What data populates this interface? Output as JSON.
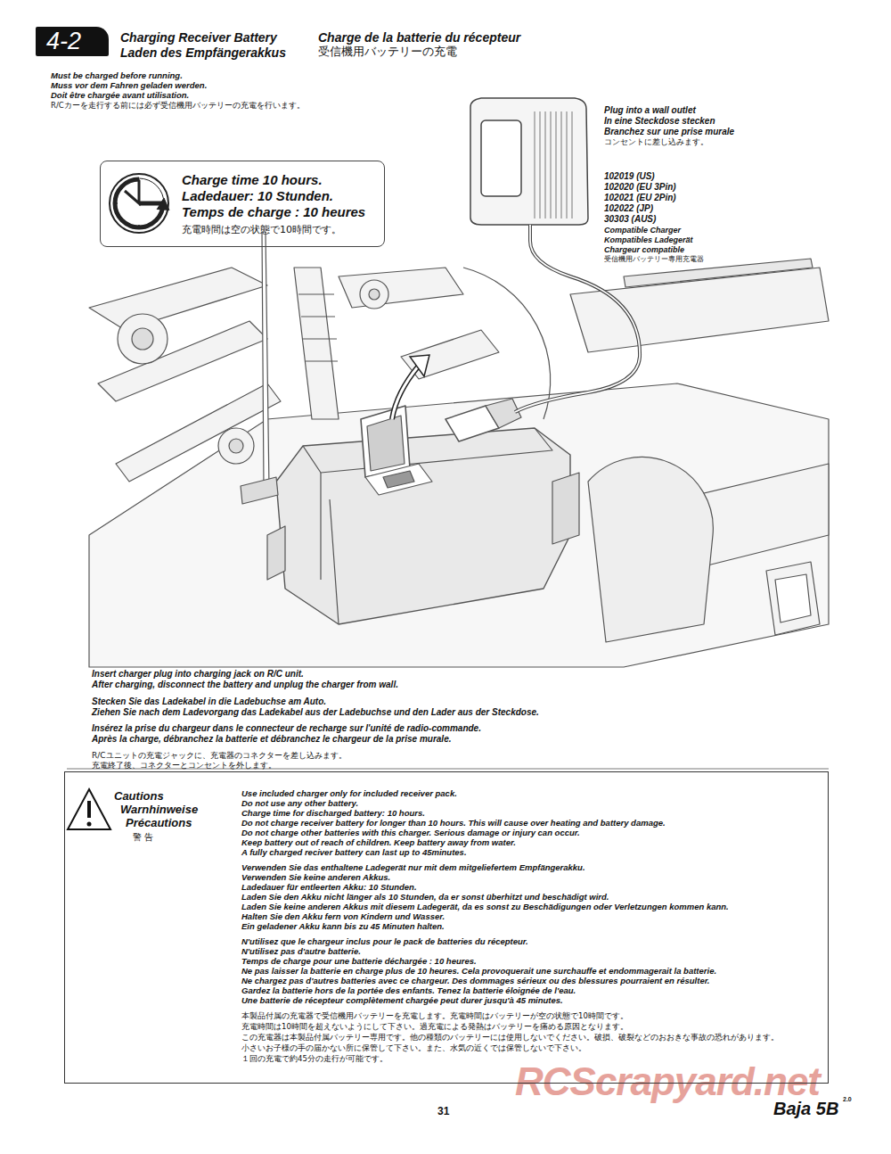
{
  "diagram": {
    "nodes": [
      {
        "text": [
          "4-2"
        ]
      },
      {
        "text": [
          "Charge time 10 hours.",
          "Ladedauer: 10 Stunden.",
          "Temps de charge : 10 heures",
          "充電時間は空の状態で10時間です。"
        ]
      },
      {
        "text": [
          "Cautions",
          "Warnhinweise",
          "Précautions",
          "警 告",
          "Use included charger only for included receiver pack.",
          "Do not use any other battery.",
          "Charge time for discharged battery: 10 hours.",
          "Do not charge receiver battery for longer than 10 hours. This will cause over heating and battery damage.",
          "Do not charge other batteries with this charger. Serious damage or injury can occur.",
          "Keep battery out of reach of children. Keep battery away from water.",
          "A fully charged reciver battery can last up to 45minutes.",
          "Verwenden Sie das enthaltene Ladegerät nur mit dem mitgeliefertem Empfängerakku.",
          "Verwenden Sie keine anderen Akkus.",
          "Ladedauer für entleerten Akku: 10 Stunden.",
          "Laden Sie den Akku nicht länger als 10 Stunden, da er sonst überhitzt und beschädigt wird.",
          "Laden Sie keine anderen Akkus mit diesem Ladegerät, da es sonst zu Beschädigungen oder Verletzungen kommen kann.",
          "Halten Sie den Akku fern von Kindern und Wasser.",
          "Ein geladener Akku kann bis zu 45 Minuten halten.",
          "N'utilisez que le chargeur inclus pour le pack de batteries du récepteur.",
          "N'utilisez pas d'autre batterie.",
          "Temps de charge pour une batterie déchargée : 10 heures.",
          "Ne pas laisser la batterie en charge plus de 10 heures. Cela provoquerait une surchauffe et endommagerait la batterie.",
          "Ne chargez pas d'autres batteries avec ce chargeur. Des dommages sérieux ou des blessures pourraient en résulter.",
          "Gardez la batterie hors de la portée des enfants. Tenez la batterie éloignée de l'eau.",
          "Une batterie de récepteur complètement chargée peut durer jusqu'à 45 minutes.",
          "本製品付属の充電器で受信機用バッテリーを充電します。充電時間はバッテリーが空の状態で10時間です。",
          "充電時間は10時間を超えないようにして下さい。過充電による発熱はバッテリーを痛める原因となります。",
          "この充電器は本製品付属バッテリー専用です。他の種類のバッテリーには使用しないでください。破損、破裂などのおおきな事故の恐れがあります。",
          "小さいお子様の手の届かない所に保管して下さい。また、水気の近くでは保管しないで下さい。",
          "１回の充電で約45分の走行が可能です。"
        ]
      }
    ],
    "labels": [
      "Charging Receiver Battery",
      "Charge de la batterie du récepteur",
      "Laden des Empfängerakkus",
      "受信機用バッテリーの充電",
      "Must be charged before running.",
      "Muss vor dem Fahren geladen werden.",
      "Doit être chargée avant utilisation.",
      "R/Cカーを走行する前には必ず受信機用バッテリーの充電を行います。",
      "Plug into a wall outlet",
      "In eine Steckdose stecken",
      "Branchez sur une prise murale",
      "コンセントに差し込みます。",
      "102019 (US)",
      "102020 (EU 3Pin)",
      "102021 (EU 2Pin)",
      "102022 (JP)",
      "30303 (AUS)",
      "Compatible Charger",
      "Kompatibles Ladegerät",
      "Chargeur compatible",
      "受信機用バッテリー専用充電器",
      "Insert charger plug into charging jack on R/C unit.",
      "After charging, disconnect the battery and unplug the charger from wall.",
      "Stecken Sie das Ladekabel in die Ladebuchse am Auto.",
      "Ziehen Sie nach dem Ladevorgang das Ladekabel aus der Ladebuchse und den Lader aus der Steckdose.",
      "Insérez la prise du chargeur dans le connecteur de recharge sur l'unité de radio-commande.",
      "Après la charge, débranchez la batterie et débranchez le chargeur de la prise murale.",
      "R/Cユニットの充電ジャックに、充電器のコネクターを差し込みます。",
      "充電終了後、コネクターとコンセントを外します。",
      "31",
      "Baja 5B",
      "2.0",
      "RCScrapyard.net"
    ]
  }
}
